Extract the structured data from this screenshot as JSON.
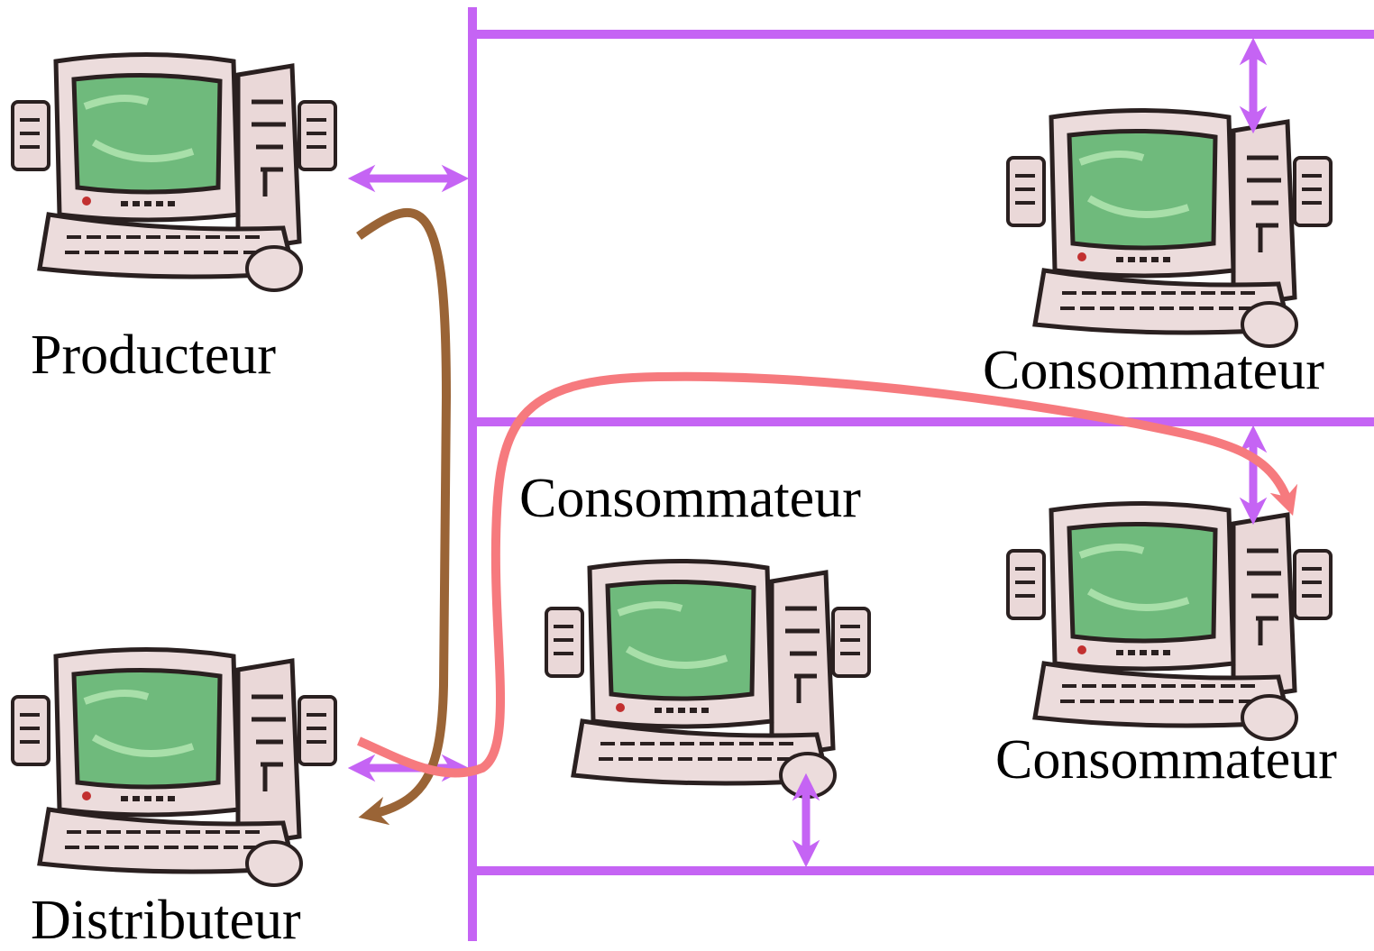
{
  "labels": {
    "producteur": "Producteur",
    "distributeur": "Distributeur",
    "consommateur_1": "Consommateur",
    "consommateur_2": "Consommateur",
    "consommateur_3": "Consommateur"
  },
  "colors": {
    "network": "#c564f4",
    "distribution_flow": "#9a6436",
    "consumer_flow": "#f67a7e",
    "monitor_body": "#ecdcdc",
    "screen": "#6fba7c",
    "outline": "#2a2020"
  },
  "icons": {
    "computer": "desktop-computer-icon"
  }
}
